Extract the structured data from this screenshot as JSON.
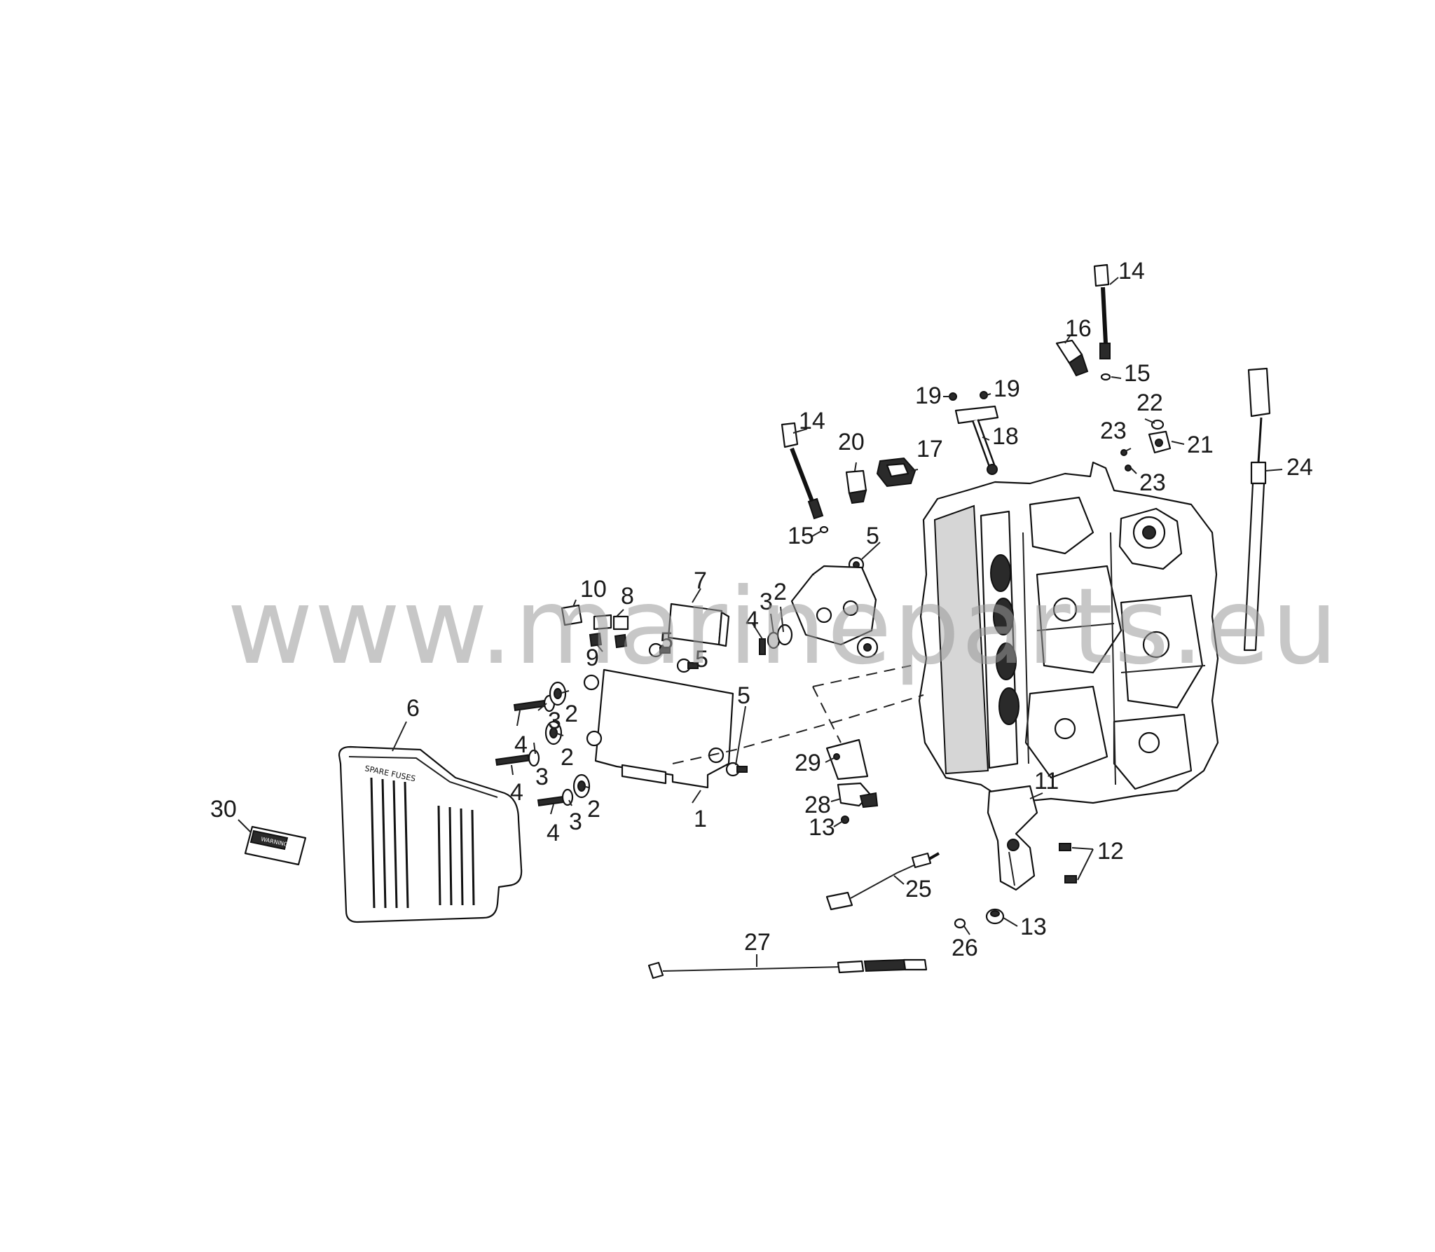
{
  "watermark": "www.marineparts.eu",
  "callouts": [
    {
      "id": "c1",
      "num": "1"
    },
    {
      "id": "c2a",
      "num": "2"
    },
    {
      "id": "c2b",
      "num": "2"
    },
    {
      "id": "c2c",
      "num": "2"
    },
    {
      "id": "c2d",
      "num": "2"
    },
    {
      "id": "c3a",
      "num": "3"
    },
    {
      "id": "c3b",
      "num": "3"
    },
    {
      "id": "c3c",
      "num": "3"
    },
    {
      "id": "c3d",
      "num": "3"
    },
    {
      "id": "c4a",
      "num": "4"
    },
    {
      "id": "c4b",
      "num": "4"
    },
    {
      "id": "c4c",
      "num": "4"
    },
    {
      "id": "c4d",
      "num": "4"
    },
    {
      "id": "c5a",
      "num": "5"
    },
    {
      "id": "c5b",
      "num": "5"
    },
    {
      "id": "c5c",
      "num": "5"
    },
    {
      "id": "c5d",
      "num": "5"
    },
    {
      "id": "c6",
      "num": "6"
    },
    {
      "id": "c7",
      "num": "7"
    },
    {
      "id": "c8",
      "num": "8"
    },
    {
      "id": "c9",
      "num": "9"
    },
    {
      "id": "c10",
      "num": "10"
    },
    {
      "id": "c11",
      "num": "11"
    },
    {
      "id": "c12",
      "num": "12"
    },
    {
      "id": "c13a",
      "num": "13"
    },
    {
      "id": "c13b",
      "num": "13"
    },
    {
      "id": "c14a",
      "num": "14"
    },
    {
      "id": "c14b",
      "num": "14"
    },
    {
      "id": "c15a",
      "num": "15"
    },
    {
      "id": "c15b",
      "num": "15"
    },
    {
      "id": "c16",
      "num": "16"
    },
    {
      "id": "c17",
      "num": "17"
    },
    {
      "id": "c18",
      "num": "18"
    },
    {
      "id": "c19a",
      "num": "19"
    },
    {
      "id": "c19b",
      "num": "19"
    },
    {
      "id": "c20",
      "num": "20"
    },
    {
      "id": "c21",
      "num": "21"
    },
    {
      "id": "c22",
      "num": "22"
    },
    {
      "id": "c23a",
      "num": "23"
    },
    {
      "id": "c23b",
      "num": "23"
    },
    {
      "id": "c24",
      "num": "24"
    },
    {
      "id": "c25",
      "num": "25"
    },
    {
      "id": "c26",
      "num": "26"
    },
    {
      "id": "c27",
      "num": "27"
    },
    {
      "id": "c28",
      "num": "28"
    },
    {
      "id": "c29",
      "num": "29"
    },
    {
      "id": "c30",
      "num": "30"
    }
  ],
  "cover_text": "SPARE FUSES",
  "decal_text": "WARNING"
}
